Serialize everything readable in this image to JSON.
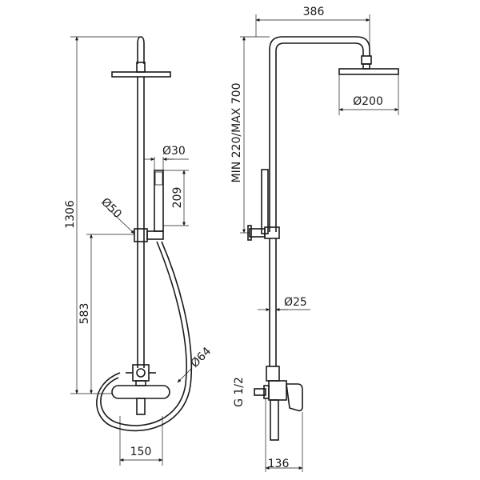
{
  "dimensions": {
    "top_width": "386",
    "head_diameter": "Ø200",
    "height_range": "MIN 220/MAX 700",
    "total_height": "1306",
    "handshower_diameter": "Ø30",
    "handshower_length": "209",
    "bracket_diameter": "Ø50",
    "mixer_height": "583",
    "pipe_diameter": "Ø25",
    "hose_loop_diameter": "Ø64",
    "thread": "G 1/2",
    "front_width": "150",
    "side_depth": "136"
  }
}
